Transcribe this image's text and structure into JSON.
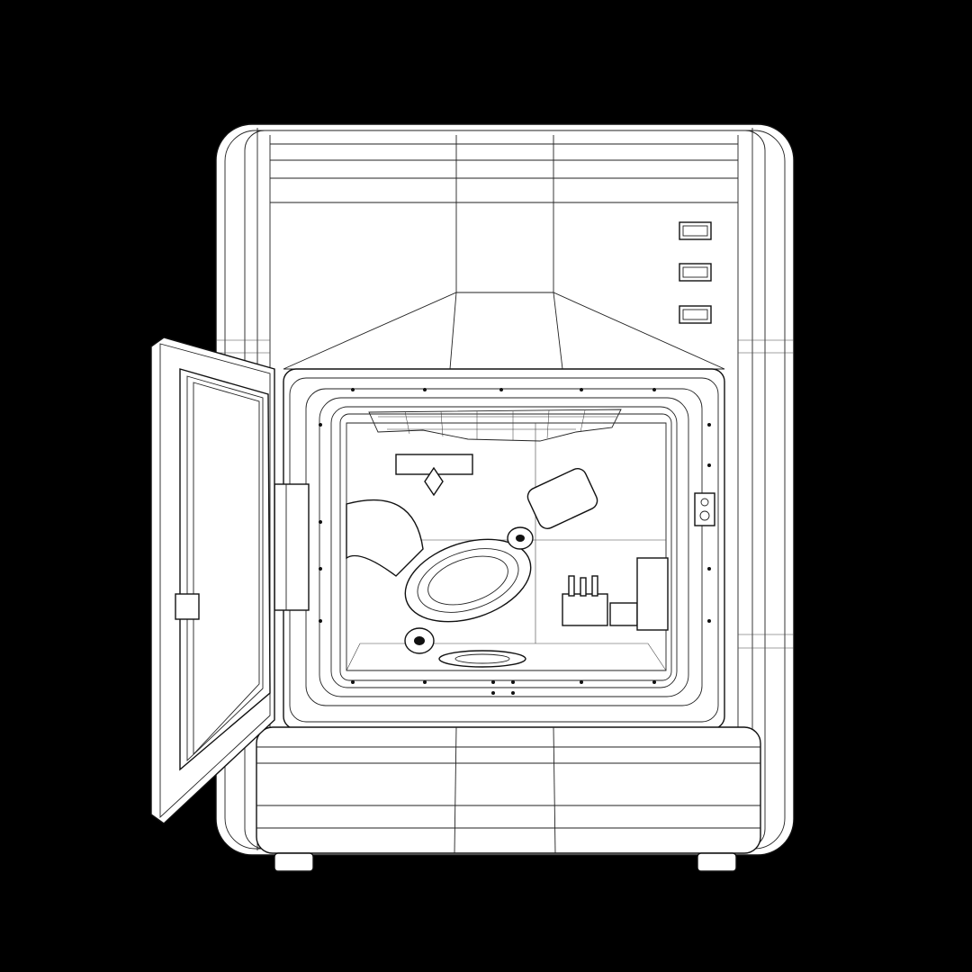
{
  "colors": {
    "background": "#000000",
    "surface": "#ffffff",
    "wire": "#111111"
  },
  "buttons": [
    {
      "icon": "panel-button"
    },
    {
      "icon": "panel-button"
    },
    {
      "icon": "panel-button"
    }
  ]
}
